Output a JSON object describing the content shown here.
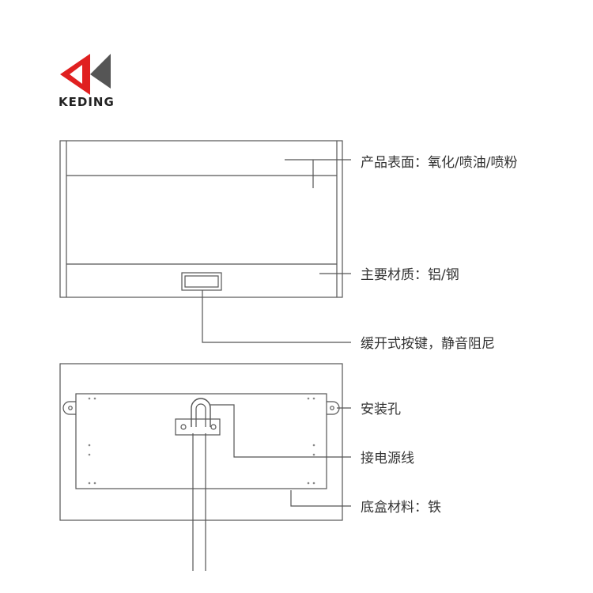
{
  "brand": {
    "name": "KEDING",
    "colors": {
      "red": "#e02020",
      "gray": "#555555"
    }
  },
  "labels": {
    "surface": "产品表面：氧化/喷油/喷粉",
    "material": "主要材质：铝/钢",
    "button": "缓开式按键，静音阻尼",
    "mount_hole": "安装孔",
    "power_line": "接电源线",
    "base_material": "底盒材料：铁"
  },
  "colors": {
    "line": "#555555",
    "text": "#333333"
  }
}
